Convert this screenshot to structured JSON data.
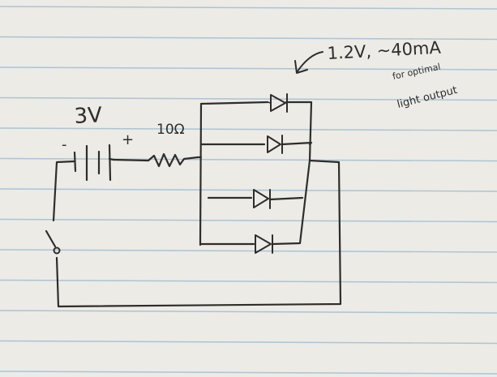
{
  "paper": {
    "colors": {
      "paper": "#ecebe6",
      "rule_line": "#a9c4d6",
      "margin_line": "#d9a7a7",
      "ink": "#2e2d2b"
    }
  },
  "annotations": {
    "battery_voltage": "3V",
    "battery_minus": "-",
    "battery_plus": "+",
    "resistor_value": "10Ω",
    "led_spec": "1.2V, ~40mA",
    "note_line1": "for optimal",
    "note_line2": "light output"
  },
  "circuit": {
    "components": [
      "battery",
      "resistor",
      "switch",
      "led",
      "led",
      "led",
      "led"
    ]
  }
}
